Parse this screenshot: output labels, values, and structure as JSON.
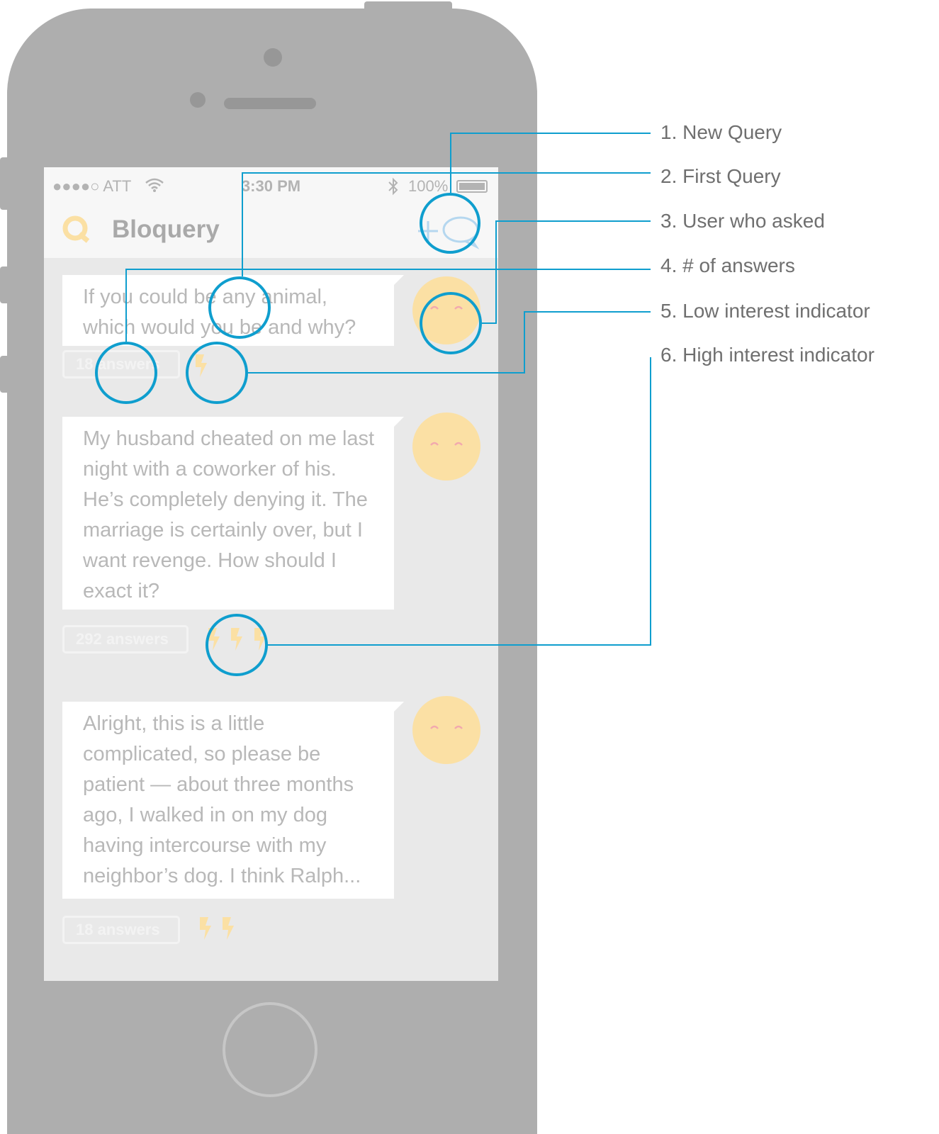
{
  "status_bar": {
    "carrier": "●●●●○ ATT",
    "wifi_icon": "wifi-icon",
    "time": "3:30 PM",
    "bluetooth_icon": "bluetooth-icon",
    "battery_percent": "100%",
    "battery_icon": "battery-icon"
  },
  "nav_bar": {
    "logo_icon": "q-logo-icon",
    "title": "Bloquery",
    "new_query_icon": "new-query-icon"
  },
  "queries": [
    {
      "text": "If you could be any animal, which would you be and why?",
      "answers": "18 answers",
      "interest_level": 1,
      "avatar_icon": "user-face-icon"
    },
    {
      "text": "My husband cheated on me last night with a coworker of his. He’s completely denying it. The marriage is certainly over, but I want revenge. How should I exact it?",
      "answers": "292 answers",
      "interest_level": 3,
      "avatar_icon": "user-face-icon"
    },
    {
      "text": "Alright, this is a little complicated, so please be patient — about three months ago, I walked in on my dog having intercourse with my neighbor’s dog. I think Ralph...",
      "answers": "18 answers",
      "interest_level": 2,
      "avatar_icon": "user-face-icon"
    }
  ],
  "annotations": [
    "1. New Query",
    "2. First Query",
    "3. User who asked",
    "4. # of answers",
    "5. Low interest indicator",
    "6. High interest indicator"
  ],
  "colors": {
    "callout": "#0f9ece",
    "bolt": "#fbe0a4",
    "avatar": "#fbe0a4",
    "new_query": "#b5d7ef"
  }
}
